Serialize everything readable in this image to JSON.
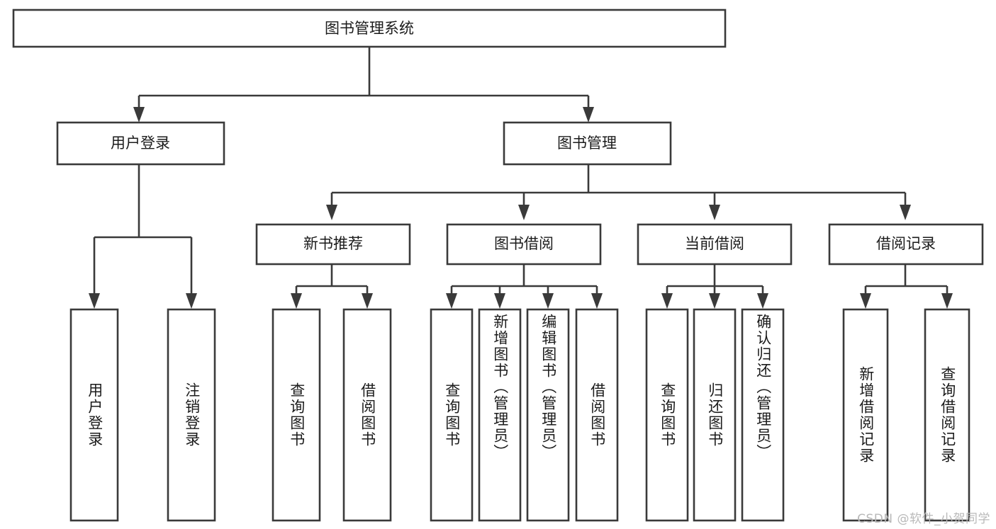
{
  "diagram": {
    "type": "tree",
    "orientation": "top-down",
    "title": "图书管理系统",
    "colors": {
      "stroke": "#3a3a3a",
      "fill": "#ffffff",
      "text": "#1b1b1b",
      "background": "#ffffff",
      "watermark": "#b9b9b9"
    },
    "root": {
      "label": "图书管理系统",
      "level": 0
    },
    "level2": [
      {
        "label": "用户登录",
        "level": 1
      },
      {
        "label": "图书管理",
        "level": 1
      }
    ],
    "level3": [
      {
        "label": "新书推荐",
        "level": 2,
        "parent": "图书管理"
      },
      {
        "label": "图书借阅",
        "level": 2,
        "parent": "图书管理"
      },
      {
        "label": "当前借阅",
        "level": 2,
        "parent": "图书管理"
      },
      {
        "label": "借阅记录",
        "level": 2,
        "parent": "图书管理"
      }
    ],
    "leaves": [
      {
        "label": "用户登录",
        "parent": "用户登录",
        "group": 0
      },
      {
        "label": "注销登录",
        "parent": "用户登录",
        "group": 0
      },
      {
        "label": "查询图书",
        "parent": "新书推荐",
        "group": 1
      },
      {
        "label": "借阅图书",
        "parent": "新书推荐",
        "group": 1
      },
      {
        "label": "查询图书",
        "parent": "图书借阅",
        "group": 2
      },
      {
        "label": "新增图书（管理员）",
        "parent": "图书借阅",
        "group": 2
      },
      {
        "label": "编辑图书（管理员）",
        "parent": "图书借阅",
        "group": 2
      },
      {
        "label": "借阅图书",
        "parent": "图书借阅",
        "group": 2
      },
      {
        "label": "查询图书",
        "parent": "当前借阅",
        "group": 3
      },
      {
        "label": "归还图书",
        "parent": "当前借阅",
        "group": 3
      },
      {
        "label": "确认归还（管理员）",
        "parent": "当前借阅",
        "group": 3
      },
      {
        "label": "新增借阅记录",
        "parent": "借阅记录",
        "group": 4
      },
      {
        "label": "查询借阅记录",
        "parent": "借阅记录",
        "group": 4
      }
    ],
    "watermark": "CSDN @软件_小贺同学"
  }
}
